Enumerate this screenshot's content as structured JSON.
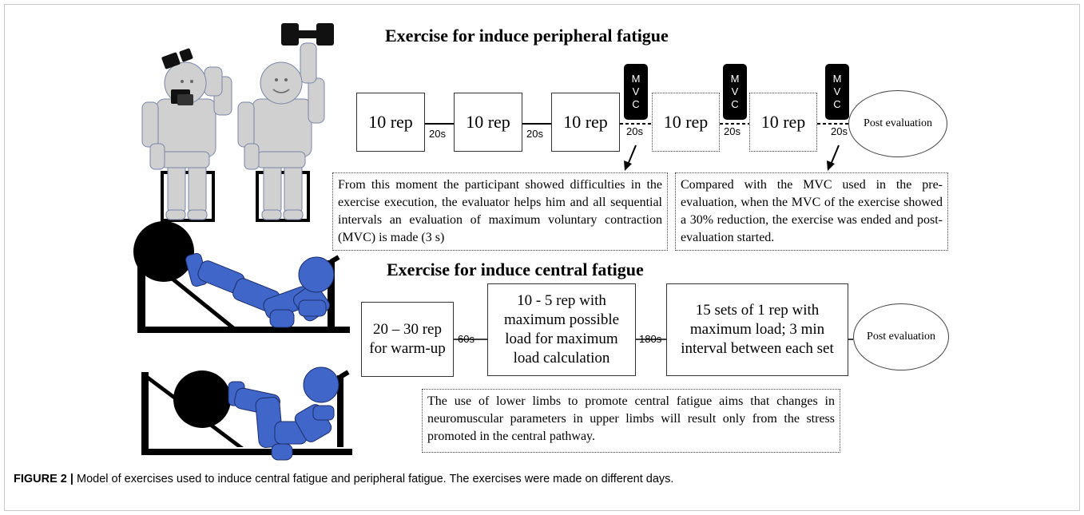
{
  "peripheral": {
    "title": "Exercise for induce peripheral fatigue",
    "boxes": [
      "10 rep",
      "10 rep",
      "10 rep",
      "10 rep",
      "10 rep"
    ],
    "intervals": [
      "20s",
      "20s",
      "20s",
      "20s",
      "20s"
    ],
    "mvc_letters": [
      "M",
      "V",
      "C"
    ],
    "post_label": "Post evaluation",
    "note_left": "From this moment the participant showed difficulties in the exercise execution, the evaluator helps him and all sequential intervals an evaluation of maximum voluntary contraction (MVC) is made (3 s)",
    "note_right": "Compared with the MVC used in the pre-evaluation, when the MVC of the exercise showed a 30% reduction, the exercise was ended and post-evaluation started."
  },
  "central": {
    "title": "Exercise for induce central fatigue",
    "box1": "20 – 30 rep for warm-up",
    "gap1": "60s",
    "box2": "10 - 5 rep with maximum possible load for maximum load calculation",
    "gap2": "180s",
    "box3": "15 sets of 1 rep with maximum load; 3 min interval between each set",
    "post_label": "Post evaluation",
    "note": "The use of lower limbs to promote central fatigue aims that changes in neuromuscular parameters in upper limbs will result only from the stress promoted in the central pathway."
  },
  "caption": {
    "label": "FIGURE 2 |",
    "text": " Model of exercises used to induce central fatigue and peripheral fatigue. The exercises were made on different days."
  },
  "colors": {
    "figure_fill": "#d0d0d0",
    "figure_stroke": "#6f7fa6",
    "leg_press_blue": "#3f66c8",
    "dumbbell": "#111111"
  }
}
